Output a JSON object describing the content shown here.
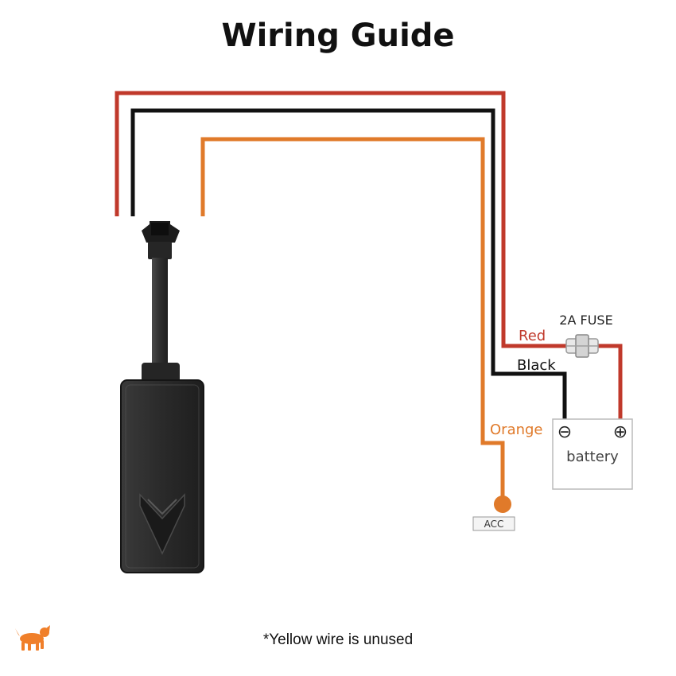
{
  "title": "Wiring Guide",
  "footnote": "*Yellow wire is unused",
  "wires": {
    "red": {
      "label": "Red",
      "color": "#c0392b"
    },
    "black": {
      "label": "Black",
      "color": "#111111"
    },
    "orange": {
      "label": "Orange",
      "color": "#e07a2a"
    }
  },
  "fuse": {
    "label": "2A FUSE"
  },
  "battery": {
    "label": "battery",
    "negative": "⊖",
    "positive": "⊕"
  },
  "acc": {
    "label": "ACC"
  },
  "colors": {
    "red": "#c0392b",
    "orange": "#e07a2a",
    "black": "#111111",
    "device": "#2b2b2b",
    "logo": "#f07f2a"
  },
  "icons": [
    "gps-tracker-device",
    "fuse-icon",
    "battery-icon",
    "acc-terminal-icon",
    "dog-logo-icon"
  ]
}
